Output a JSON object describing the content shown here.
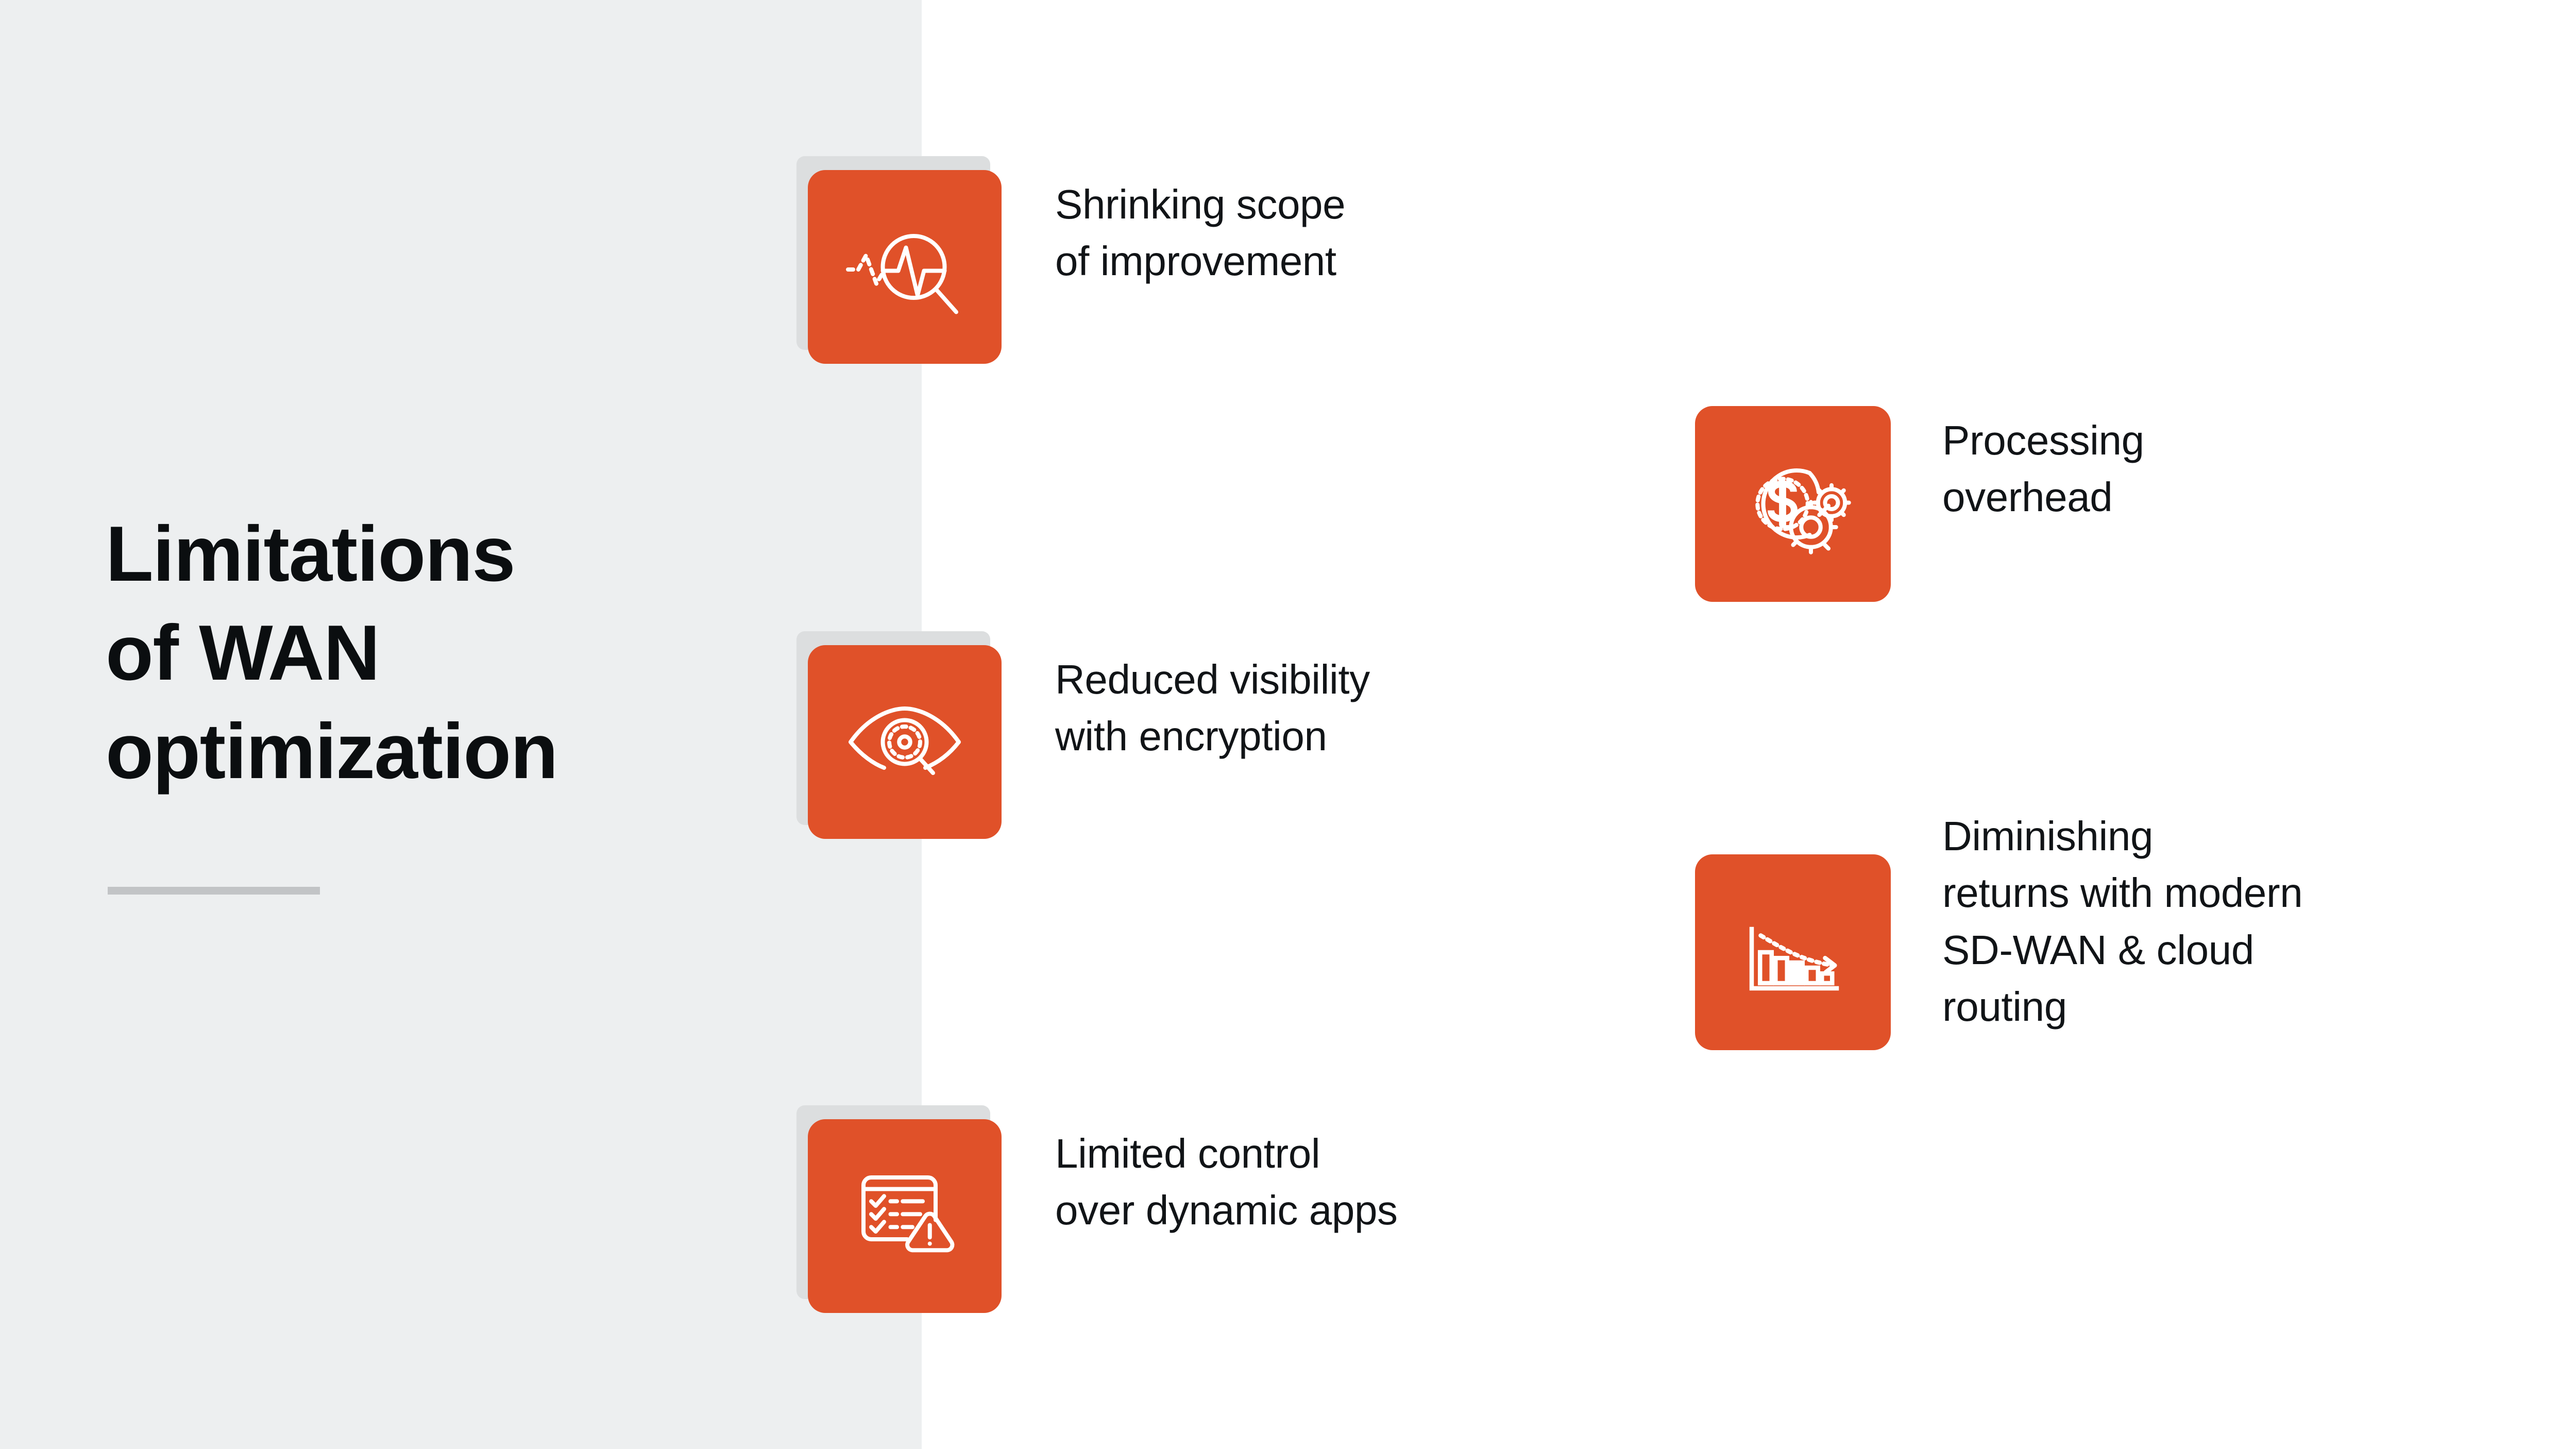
{
  "slide": {
    "title_lines": [
      "Limitations",
      "of WAN",
      "optimization"
    ],
    "colors": {
      "accent_orange": "#e05129",
      "panel_gray": "#edeff0",
      "tile_shadow_gray": "#dcdedf",
      "rule_gray": "#c2c4c6",
      "text_black": "#111417",
      "icon_white": "#ffffff"
    }
  },
  "items": [
    {
      "id": "shrinking-scope",
      "icon": "magnifier-pulse-icon",
      "label": "Shrinking scope\nof improvement",
      "has_shadow": true,
      "column": "left"
    },
    {
      "id": "reduced-visibility",
      "icon": "eye-magnifier-icon",
      "label": "Reduced visibility\nwith encryption",
      "has_shadow": true,
      "column": "left"
    },
    {
      "id": "limited-control",
      "icon": "checklist-warning-icon",
      "label": "Limited control\nover dynamic apps",
      "has_shadow": true,
      "column": "left"
    },
    {
      "id": "processing-overhead",
      "icon": "dollar-gears-icon",
      "label": "Processing\noverhead",
      "has_shadow": false,
      "column": "right"
    },
    {
      "id": "diminishing-returns",
      "icon": "declining-bar-chart-icon",
      "label": "Diminishing\nreturns with modern\nSD-WAN & cloud\nrouting",
      "has_shadow": false,
      "column": "right"
    }
  ]
}
